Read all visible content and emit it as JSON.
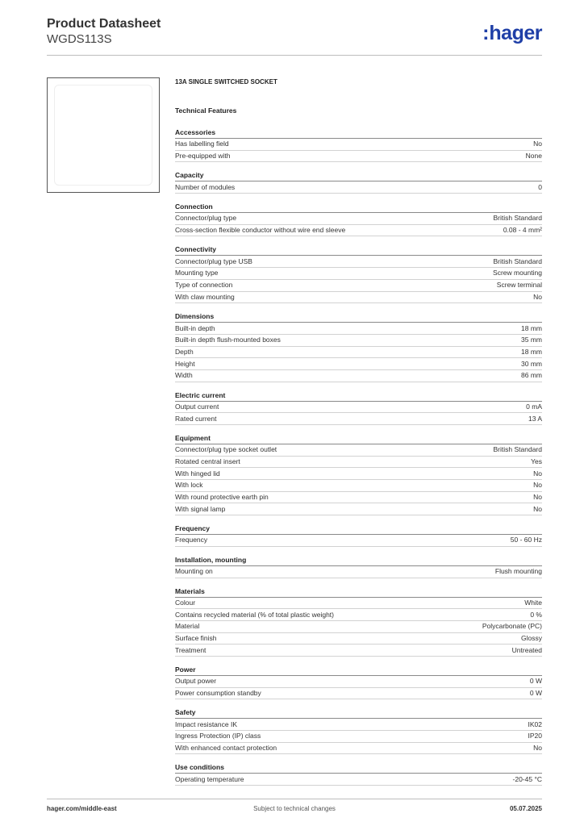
{
  "header": {
    "title": "Product Datasheet",
    "model": "WGDS113S",
    "logo_colon": ":",
    "logo_text": "hager"
  },
  "product_name": "13A SINGLE SWITCHED SOCKET",
  "features_title": "Technical Features",
  "sections": [
    {
      "title": "Accessories",
      "rows": [
        {
          "label": "Has labelling field",
          "value": "No"
        },
        {
          "label": "Pre-equipped with",
          "value": "None"
        }
      ]
    },
    {
      "title": "Capacity",
      "rows": [
        {
          "label": "Number of modules",
          "value": "0"
        }
      ]
    },
    {
      "title": "Connection",
      "rows": [
        {
          "label": "Connector/plug type",
          "value": "British Standard"
        },
        {
          "label": "Cross-section flexible conductor without wire end sleeve",
          "value": "0.08 - 4 mm²"
        }
      ]
    },
    {
      "title": "Connectivity",
      "rows": [
        {
          "label": "Connector/plug type USB",
          "value": "British Standard"
        },
        {
          "label": "Mounting type",
          "value": "Screw mounting"
        },
        {
          "label": "Type of connection",
          "value": "Screw terminal"
        },
        {
          "label": "With claw mounting",
          "value": "No"
        }
      ]
    },
    {
      "title": "Dimensions",
      "rows": [
        {
          "label": "Built-in depth",
          "value": "18 mm"
        },
        {
          "label": "Built-in depth flush-mounted boxes",
          "value": "35 mm"
        },
        {
          "label": "Depth",
          "value": "18 mm"
        },
        {
          "label": "Height",
          "value": "30 mm"
        },
        {
          "label": "Width",
          "value": "86 mm"
        }
      ]
    },
    {
      "title": "Electric current",
      "rows": [
        {
          "label": "Output current",
          "value": "0 mA"
        },
        {
          "label": "Rated current",
          "value": "13 A"
        }
      ]
    },
    {
      "title": "Equipment",
      "rows": [
        {
          "label": "Connector/plug type socket outlet",
          "value": "British Standard"
        },
        {
          "label": "Rotated central insert",
          "value": "Yes"
        },
        {
          "label": "With hinged lid",
          "value": "No"
        },
        {
          "label": "With lock",
          "value": "No"
        },
        {
          "label": "With round protective earth pin",
          "value": "No"
        },
        {
          "label": "With signal lamp",
          "value": "No"
        }
      ]
    },
    {
      "title": "Frequency",
      "rows": [
        {
          "label": "Frequency",
          "value": "50 - 60 Hz"
        }
      ]
    },
    {
      "title": "Installation, mounting",
      "rows": [
        {
          "label": "Mounting on",
          "value": "Flush mounting"
        }
      ]
    },
    {
      "title": "Materials",
      "rows": [
        {
          "label": "Colour",
          "value": "White"
        },
        {
          "label": "Contains recycled material (% of total plastic weight)",
          "value": "0 %"
        },
        {
          "label": "Material",
          "value": "Polycarbonate (PC)"
        },
        {
          "label": "Surface finish",
          "value": "Glossy"
        },
        {
          "label": "Treatment",
          "value": "Untreated"
        }
      ]
    },
    {
      "title": "Power",
      "rows": [
        {
          "label": "Output power",
          "value": "0 W"
        },
        {
          "label": "Power consumption standby",
          "value": "0 W"
        }
      ]
    },
    {
      "title": "Safety",
      "rows": [
        {
          "label": "Impact resistance IK",
          "value": "IK02"
        },
        {
          "label": "Ingress Protection (IP) class",
          "value": "IP20"
        },
        {
          "label": "With enhanced contact protection",
          "value": "No"
        }
      ]
    },
    {
      "title": "Use conditions",
      "rows": [
        {
          "label": "Operating temperature",
          "value": "-20-45 °C"
        }
      ]
    }
  ],
  "footer": {
    "website": "hager.com/middle-east",
    "notice": "Subject to technical changes",
    "date": "05.07.2025"
  },
  "colors": {
    "brand": "#1f3fa7",
    "rule": "#bdbdbd"
  }
}
